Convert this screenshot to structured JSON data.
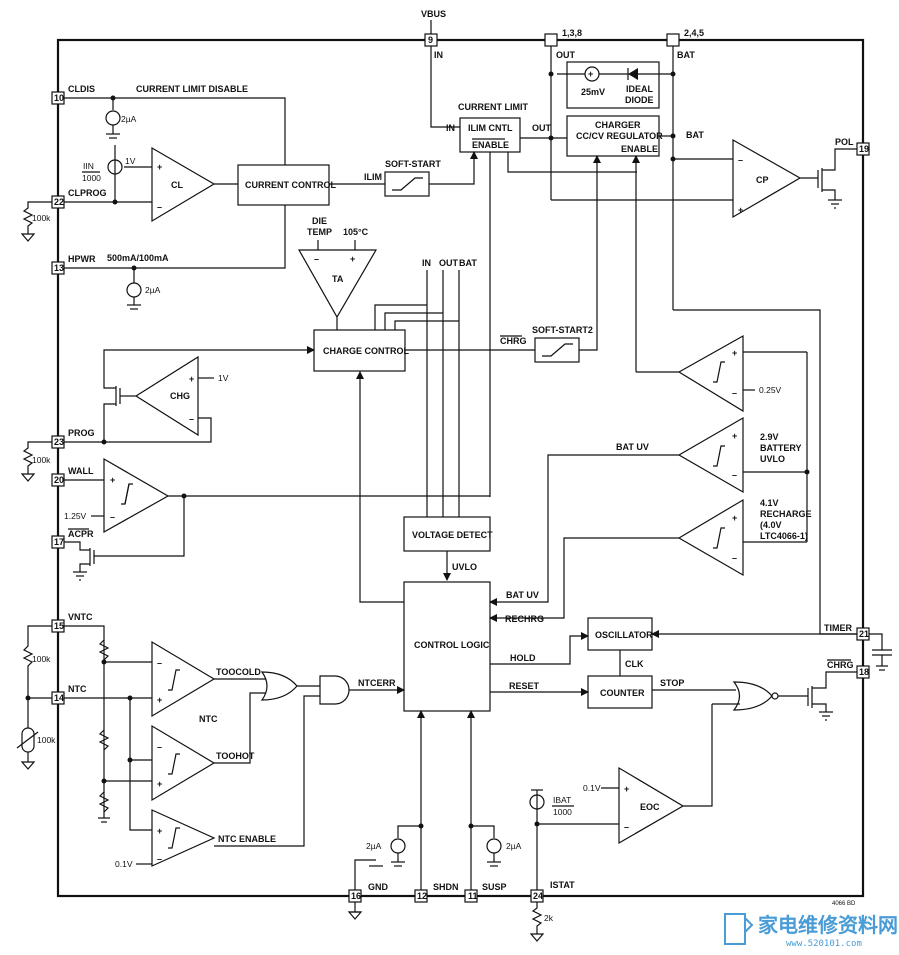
{
  "pins": {
    "p9": {
      "num": "9",
      "label": "IN"
    },
    "p1": {
      "num": "1,3,8",
      "label": "OUT"
    },
    "p2": {
      "num": "2,4,5",
      "label": "BAT"
    },
    "p10": {
      "num": "10",
      "label": "CLDIS"
    },
    "p22": {
      "num": "22",
      "label": "CLPROG"
    },
    "p13": {
      "num": "13",
      "label": "HPWR"
    },
    "p23": {
      "num": "23",
      "label": "PROG"
    },
    "p20": {
      "num": "20",
      "label": "WALL"
    },
    "p17": {
      "num": "17",
      "label": "ACPR"
    },
    "p15": {
      "num": "15",
      "label": "VNTC"
    },
    "p14": {
      "num": "14",
      "label": "NTC"
    },
    "p19": {
      "num": "19",
      "label": "POL"
    },
    "p21": {
      "num": "21",
      "label": "TIMER"
    },
    "p18": {
      "num": "18",
      "label": "CHRG"
    },
    "p16": {
      "num": "16",
      "label": "GND"
    },
    "p12": {
      "num": "12",
      "label": "SHDN"
    },
    "p11": {
      "num": "11",
      "label": "SUSP"
    },
    "p24": {
      "num": "24",
      "label": "ISTAT"
    }
  },
  "blocks": {
    "vbus": "VBUS",
    "current_limit": "CURRENT LIMIT",
    "ilim_cntl": "ILIM CNTL",
    "in": "IN",
    "out": "OUT",
    "enable": "ENABLE",
    "charger1": "CHARGER",
    "charger2": "CC/CV REGULATOR",
    "charger_enable": "ENABLE",
    "bat": "BAT",
    "diode_v": "25mV",
    "ideal1": "IDEAL",
    "ideal2": "DIODE",
    "current_control": "CURRENT CONTROL",
    "cl": "CL",
    "cp": "CP",
    "chg": "CHG",
    "soft_start": "SOFT-START",
    "soft_start2": "SOFT-START2",
    "ilim": "ILIM",
    "chrg_bar": "CHRG",
    "charge_control": "CHARGE CONTROL",
    "ta": "TA",
    "die_temp1": "DIE",
    "die_temp2": "TEMP",
    "t105": "105°C",
    "voltage_detect": "VOLTAGE DETECT",
    "uvlo": "UVLO",
    "control_logic": "CONTROL LOGIC",
    "oscillator": "OSCILLATOR",
    "counter": "COUNTER",
    "clk": "CLK",
    "stop": "STOP",
    "hold": "HOLD",
    "reset": "RESET",
    "rechrg": "RECHRG",
    "bat_uv": "BAT UV",
    "ntc": "NTC",
    "ntcerr": "NTCERR",
    "toocold": "TOOCOLD",
    "toohot": "TOOHOT",
    "ntc_enable": "NTC ENABLE",
    "eoc": "EOC",
    "current_limit_disable": "CURRENT LIMIT DISABLE",
    "hpwr_mode": "500mA/100mA",
    "cur_2ua": "2µA",
    "iin_1000_a": "IIN",
    "iin_1000_b": "1000",
    "ibat_1000_a": "IBAT",
    "ibat_1000_b": "1000",
    "v1": "1V",
    "v025": "0.25V",
    "v29": "2.9V",
    "battery": "BATTERY",
    "uvlo2": "UVLO",
    "v41": "4.1V",
    "recharge": "RECHARGE",
    "recharge2": "(4.0V",
    "recharge3": "LTC4066-1)",
    "v125": "1.25V",
    "v01": "0.1V",
    "r100k": "100k",
    "r2k": "2k",
    "plus": "+",
    "minus": "–",
    "bus_in": "IN",
    "bus_out": "OUT",
    "bus_bat": "BAT",
    "code": "4066 BD"
  },
  "watermark": {
    "text": "家电维修资料网",
    "url": "www.520101.com"
  }
}
